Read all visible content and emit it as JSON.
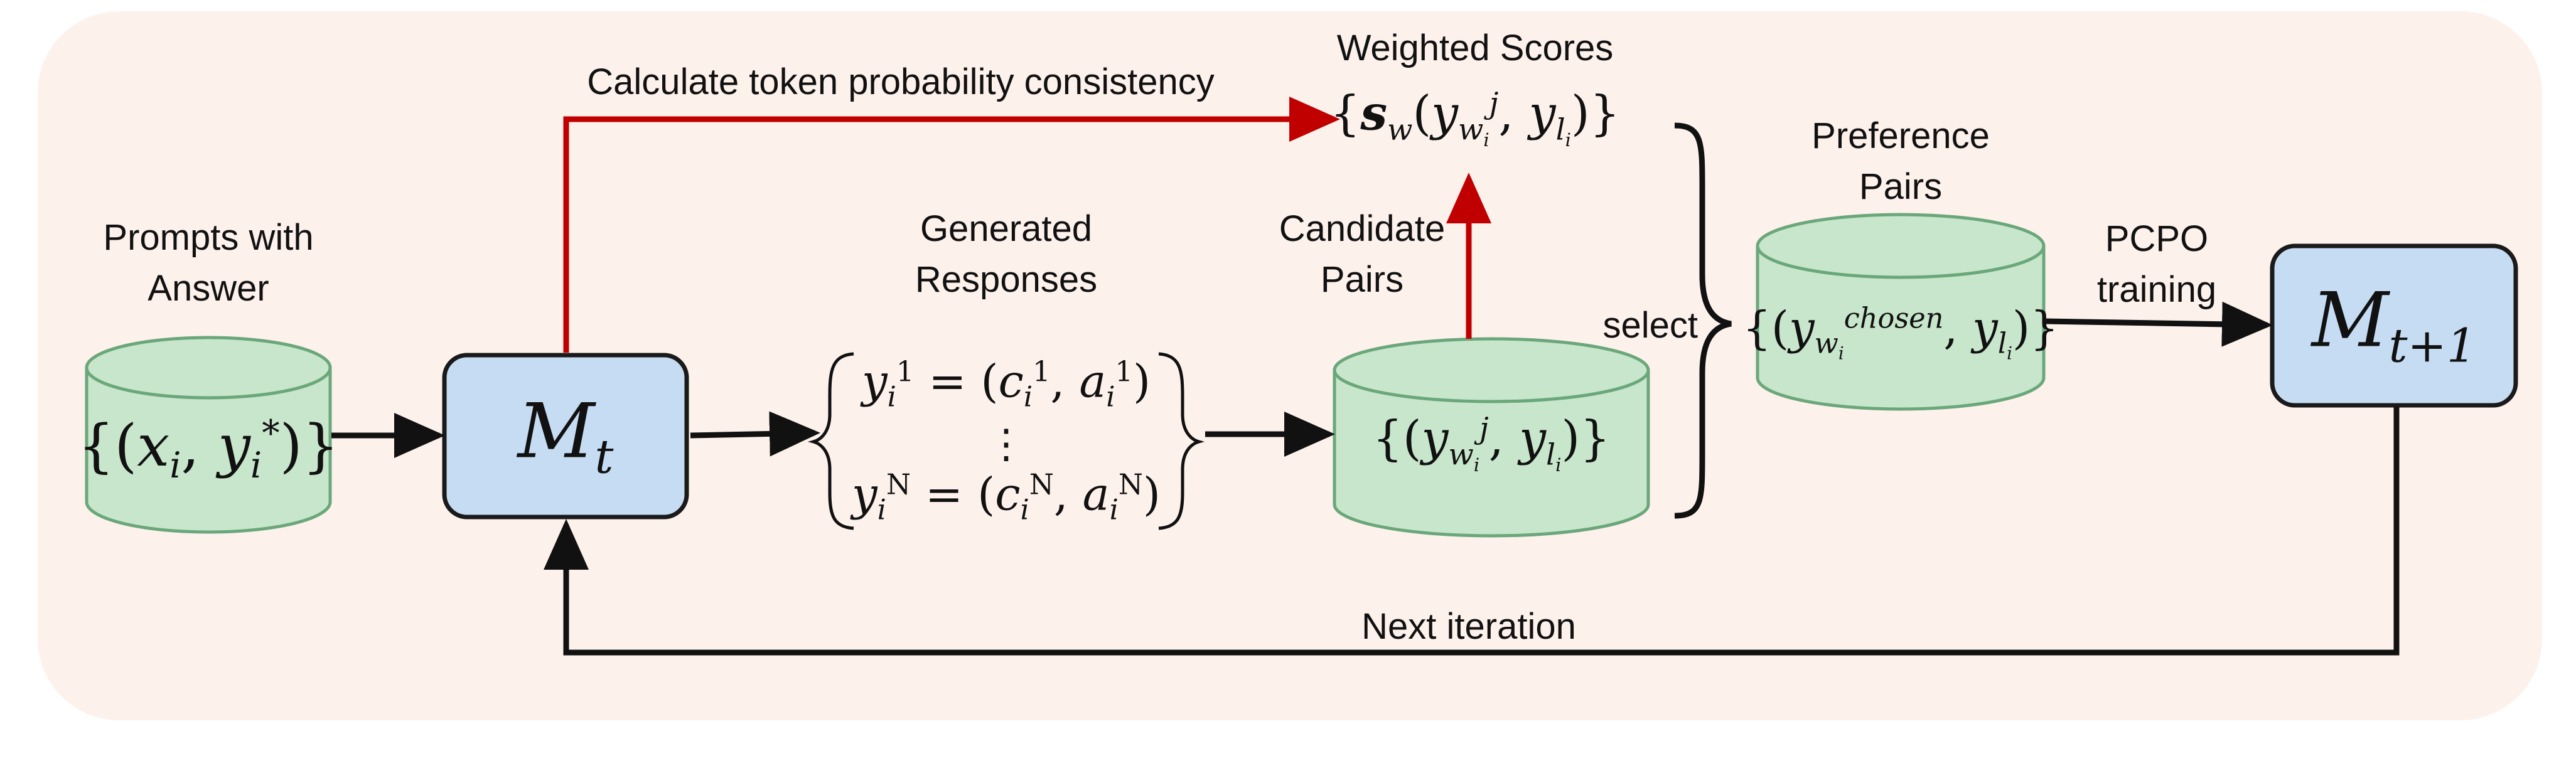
{
  "colors": {
    "background_panel": "#fdf1ec",
    "cylinder_fill": "#c8e6cc",
    "cylinder_stroke": "#6aa77a",
    "model_fill": "#c5dcf3",
    "model_stroke": "#1a1a1a",
    "arrow_black": "#111111",
    "arrow_red": "#c00000"
  },
  "labels": {
    "prompts": "Prompts with\nAnswer",
    "generated": "Generated\nResponses",
    "candidate": "Candidate\nPairs",
    "weighted": "Weighted Scores",
    "preference": "Preference\nPairs",
    "pcpo": "PCPO\ntraining",
    "calc": "Calculate token probability consistency",
    "select": "select",
    "next": "Next iteration"
  },
  "math": {
    "prompts_set": "{(xi, yi*)}",
    "model_t": "Mt",
    "model_t1": "Mt+1",
    "responses_first": "yi1 = (ci1, ai1)",
    "responses_dots": "⋮",
    "responses_last": "yiN = (ciN, aiN)",
    "candidate_set": "{(ywij, yli)}",
    "weighted_set": "{sw(ywij, yli)}",
    "preference_set": "{(ywichosen, yli)}"
  }
}
